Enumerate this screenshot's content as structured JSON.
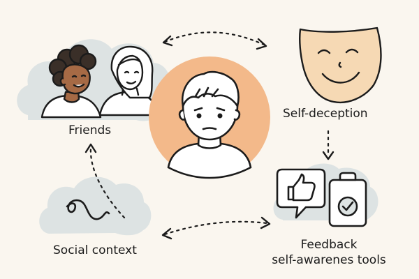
{
  "labels": {
    "friends": "Friends",
    "self_deception": "Self-deception",
    "social_context": "Social context",
    "feedback_line1": "Feedback",
    "feedback_line2": "self-awarenes tools"
  },
  "colors": {
    "background": "#faf6ef",
    "cloud": "#dde3e3",
    "center_circle": "#f3b98a",
    "mask": "#f6d9b4",
    "ink": "#1b1b1b",
    "skin_dark": "#a66a45",
    "hair_dark": "#3a2f28",
    "white": "#ffffff"
  },
  "icons": [
    "friends-illustration",
    "person-icon",
    "mask-icon",
    "thumbs-up-icon",
    "clipboard-check-icon",
    "squiggle-icon"
  ]
}
